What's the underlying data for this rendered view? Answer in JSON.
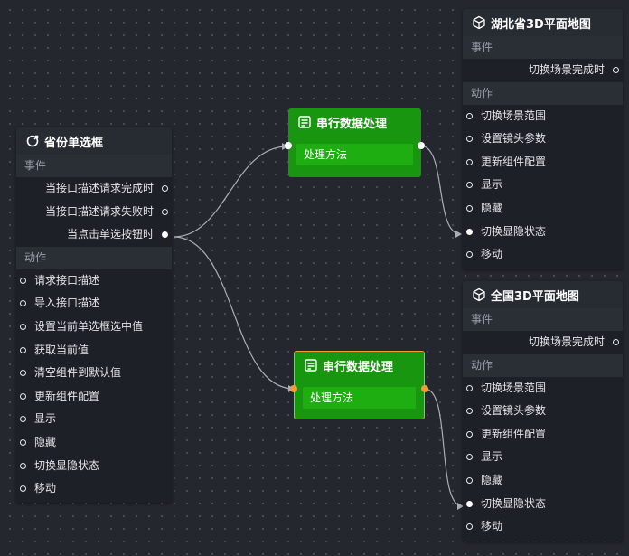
{
  "province_node": {
    "title": "省份单选框",
    "events_label": "事件",
    "events": [
      "当接口描述请求完成时",
      "当接口描述请求失败时",
      "当点击单选按钮时"
    ],
    "actions_label": "动作",
    "actions": [
      "请求接口描述",
      "导入接口描述",
      "设置当前单选框选中值",
      "获取当前值",
      "清空组件到默认值",
      "更新组件配置",
      "显示",
      "隐藏",
      "切换显隐状态",
      "移动"
    ]
  },
  "serial_top": {
    "title": "串行数据处理",
    "method": "处理方法"
  },
  "serial_bottom": {
    "title": "串行数据处理",
    "method": "处理方法"
  },
  "hubei_node": {
    "title": "湖北省3D平面地图",
    "events_label": "事件",
    "events": [
      "切换场景完成时"
    ],
    "actions_label": "动作",
    "actions": [
      "切换场景范围",
      "设置镜头参数",
      "更新组件配置",
      "显示",
      "隐藏",
      "切换显隐状态",
      "移动"
    ]
  },
  "china_node": {
    "title": "全国3D平面地图",
    "events_label": "事件",
    "events": [
      "切换场景完成时"
    ],
    "actions_label": "动作",
    "actions": [
      "切换场景范围",
      "设置镜头参数",
      "更新组件配置",
      "显示",
      "隐藏",
      "切换显隐状态",
      "移动"
    ]
  },
  "colors": {
    "accent_green": "#19960f",
    "selected_border": "#f19a38",
    "canvas": "#24272d"
  }
}
